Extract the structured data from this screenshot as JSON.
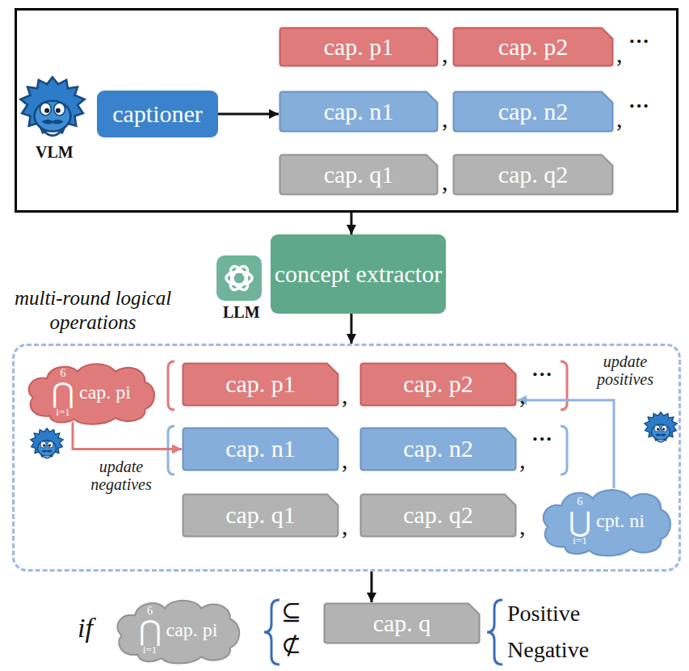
{
  "diagram": {
    "nodes": [
      {
        "text": []
      },
      {
        "text": [
          "captioner"
        ],
        "in": 0
      },
      {
        "text": [
          "cap. p1"
        ],
        "in": 0
      },
      {
        "text": [
          "cap. p2"
        ],
        "in": 0
      },
      {
        "text": [
          "cap. n1"
        ],
        "in": 0
      },
      {
        "text": [
          "cap. n2"
        ],
        "in": 0
      },
      {
        "text": [
          "cap. q1"
        ],
        "in": 0
      },
      {
        "text": [
          "cap. q2"
        ],
        "in": 0
      },
      {
        "text": [
          "concept extractor"
        ]
      },
      {
        "text": [
          "multi-round logical operations"
        ]
      },
      {
        "text": [
          "6",
          "⋂",
          "i=1",
          "cap. pi"
        ],
        "in": 9
      },
      {
        "text": [
          "cap. p1"
        ],
        "in": 9
      },
      {
        "text": [
          "cap. p2"
        ],
        "in": 9
      },
      {
        "text": [
          "6",
          "⋃",
          "i=1",
          "cpt. ni"
        ],
        "in": 9
      },
      {
        "text": [
          "cap. n1"
        ],
        "in": 9
      },
      {
        "text": [
          "cap. n2"
        ],
        "in": 9
      },
      {
        "text": [
          "cap. q1"
        ],
        "in": 9
      },
      {
        "text": [
          "cap. q2"
        ],
        "in": 9
      },
      {
        "text": [
          "6",
          "⋂",
          "i=1",
          "cap. pi"
        ]
      },
      {
        "text": [
          "cap. q"
        ]
      }
    ],
    "edges": [
      {
        "from": 1,
        "to": 4,
        "arrow": "to"
      },
      {
        "from": 0,
        "to": 8,
        "arrow": "to"
      },
      {
        "from": 8,
        "to": 9,
        "arrow": "to"
      },
      {
        "from": 10,
        "to": 14,
        "label": "update negatives",
        "arrow": "to"
      },
      {
        "from": 13,
        "to": 12,
        "label": "update positives",
        "arrow": "to"
      },
      {
        "from": 9,
        "to": 19,
        "arrow": "to"
      }
    ],
    "labels": [
      "VLM",
      ",",
      ",",
      "···",
      ",",
      ",",
      "···",
      ",",
      "LLM",
      ",",
      ",",
      "···",
      ",",
      ",",
      "···",
      ",",
      ",",
      "if",
      "⊆",
      "⊄",
      "Positive",
      "Negative"
    ]
  }
}
